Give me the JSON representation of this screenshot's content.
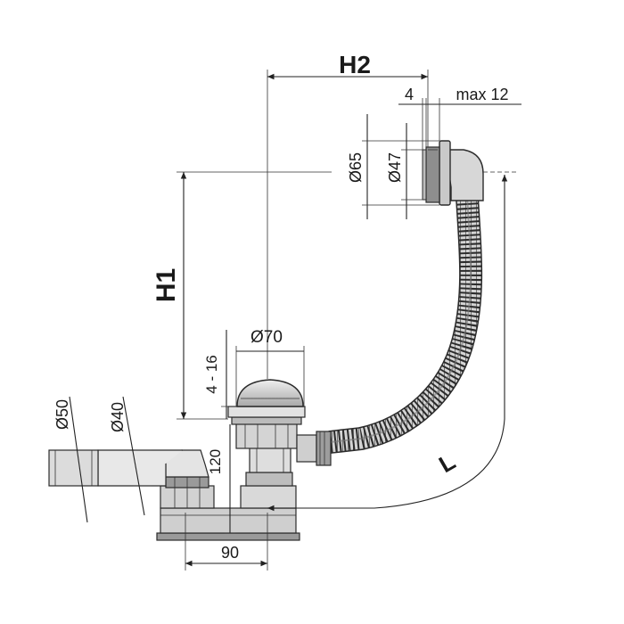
{
  "diagram": {
    "dimensions": {
      "h2": "H2",
      "h1": "H1",
      "l": "L",
      "d_4": "4",
      "max12": "max 12",
      "d65": "Ø65",
      "d47": "Ø47",
      "d70": "Ø70",
      "range_4_16": "4 - 16",
      "d50": "Ø50",
      "d40": "Ø40",
      "d120": "120",
      "d90": "90"
    },
    "colors": {
      "line": "#222222",
      "body_fill": "#d9d9d9",
      "body_dark": "#9a9a9a",
      "hose_fill": "#c8c8c8",
      "overflow_plate": "#8e8e8e"
    }
  }
}
